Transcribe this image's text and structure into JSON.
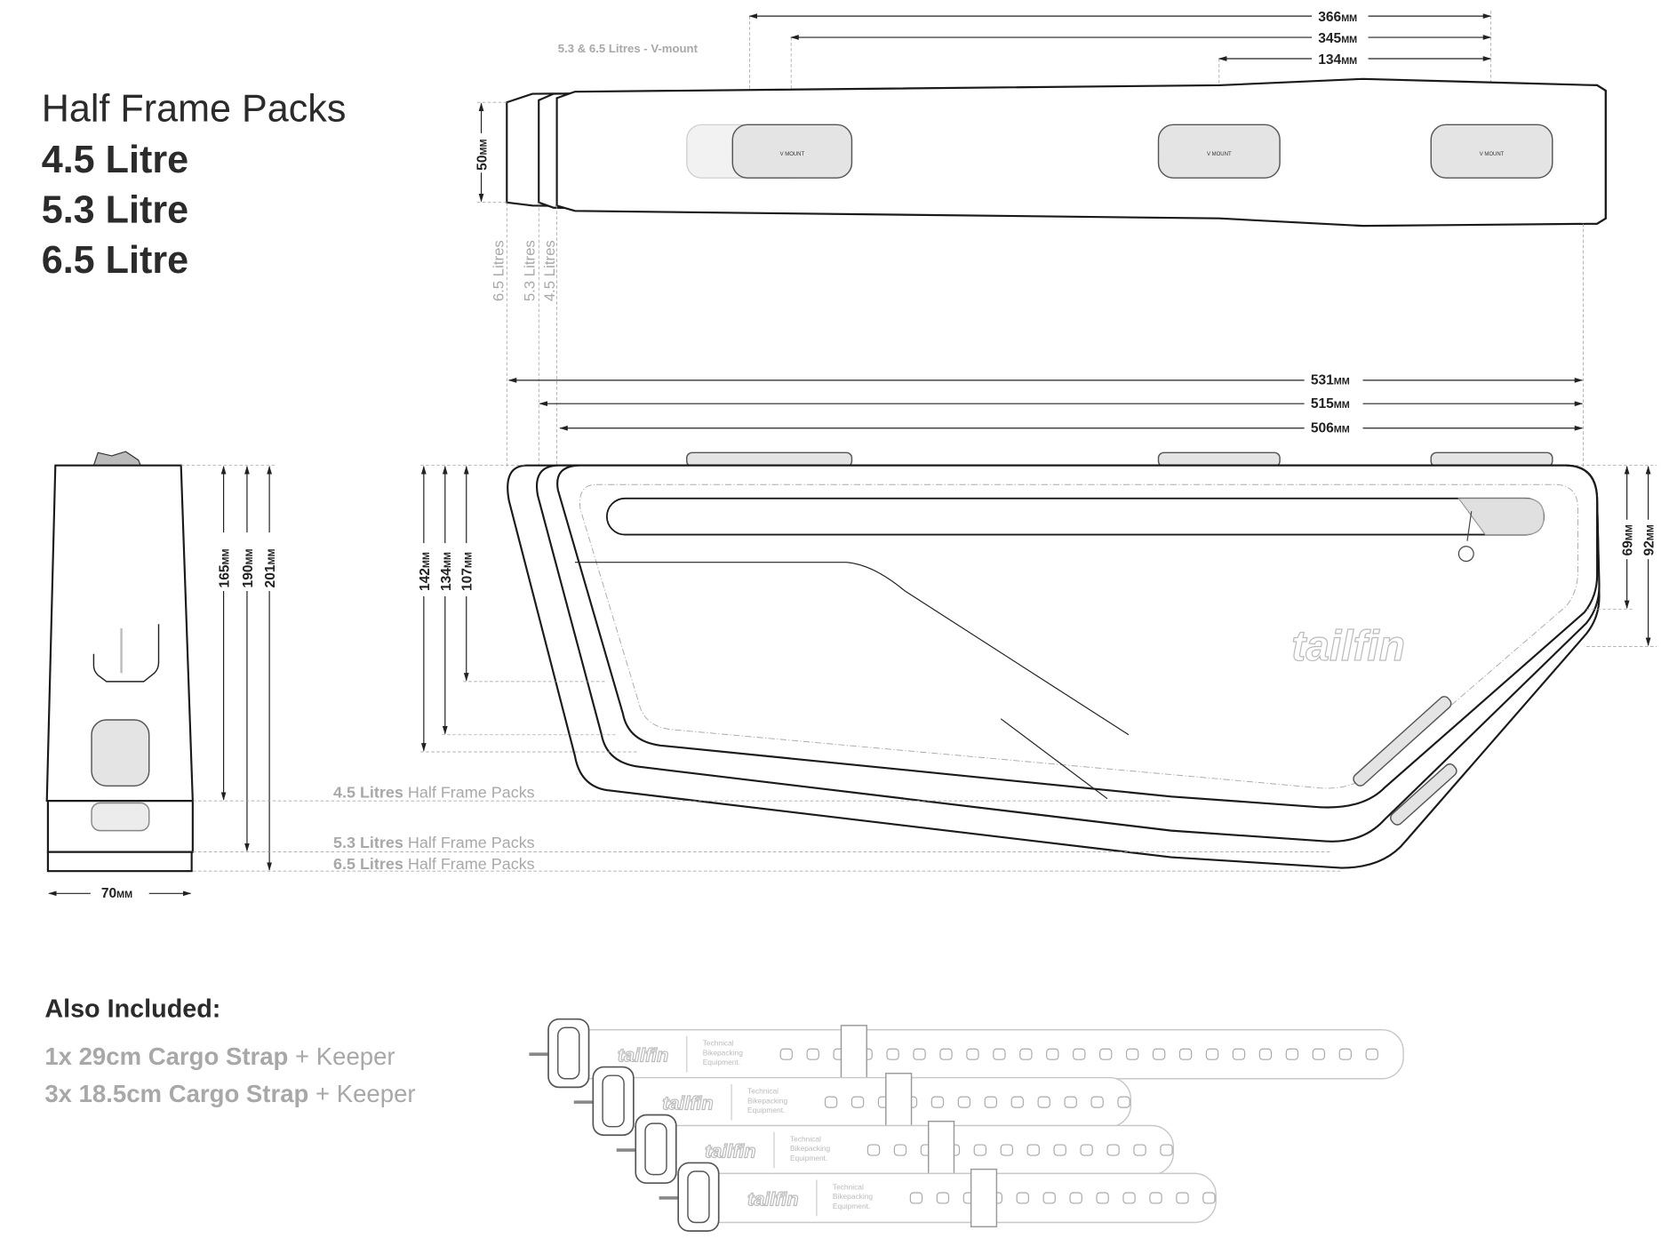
{
  "title": {
    "heading": "Half Frame Packs",
    "sizes": [
      "4.5 Litre",
      "5.3 Litre",
      "6.5 Litre"
    ]
  },
  "top_view": {
    "vmount_note": "5.3 & 6.5 Litres - V-mount",
    "dims": [
      {
        "value": "366",
        "unit": "MM"
      },
      {
        "value": "345",
        "unit": "MM"
      },
      {
        "value": "134",
        "unit": "MM"
      }
    ],
    "width_dim": {
      "value": "50",
      "unit": "MM"
    },
    "volume_labels": [
      "6.5 Litres",
      "5.3 Litres",
      "4.5 Litres"
    ],
    "mount_label": "V MOUNT"
  },
  "side_view": {
    "length_dims": [
      {
        "value": "531",
        "unit": "MM"
      },
      {
        "value": "515",
        "unit": "MM"
      },
      {
        "value": "506",
        "unit": "MM"
      }
    ],
    "height_dims_left": [
      {
        "value": "142",
        "unit": "MM"
      },
      {
        "value": "134",
        "unit": "MM"
      },
      {
        "value": "107",
        "unit": "MM"
      }
    ],
    "height_dims_right": [
      {
        "value": "69",
        "unit": "MM"
      },
      {
        "value": "92",
        "unit": "MM"
      }
    ],
    "logo": "tailfin"
  },
  "end_view": {
    "height_dims": [
      {
        "value": "165",
        "unit": "MM"
      },
      {
        "value": "190",
        "unit": "MM"
      },
      {
        "value": "201",
        "unit": "MM"
      }
    ],
    "width_dim": {
      "value": "70",
      "unit": "MM"
    }
  },
  "pack_labels": [
    {
      "bold": "4.5 Litres",
      "rest": " Half Frame Packs"
    },
    {
      "bold": "5.3 Litres",
      "rest": " Half Frame Packs"
    },
    {
      "bold": "6.5 Litres",
      "rest": " Half Frame Packs"
    }
  ],
  "included": {
    "heading": "Also Included:",
    "items": [
      {
        "bold": "1x 29cm Cargo Strap",
        "rest": " + Keeper"
      },
      {
        "bold": "3x 18.5cm Cargo Strap",
        "rest": " + Keeper"
      }
    ]
  },
  "straps": [
    {
      "logo": "tailfin",
      "print": [
        "Technical",
        "Bikepacking",
        "Equipment."
      ],
      "holes": 23
    },
    {
      "logo": "tailfin",
      "print": [
        "Technical",
        "Bikepacking",
        "Equipment."
      ],
      "holes": 12
    },
    {
      "logo": "tailfin",
      "print": [
        "Technical",
        "Bikepacking",
        "Equipment."
      ],
      "holes": 12
    },
    {
      "logo": "tailfin",
      "print": [
        "Technical",
        "Bikepacking",
        "Equipment."
      ],
      "holes": 12
    }
  ]
}
